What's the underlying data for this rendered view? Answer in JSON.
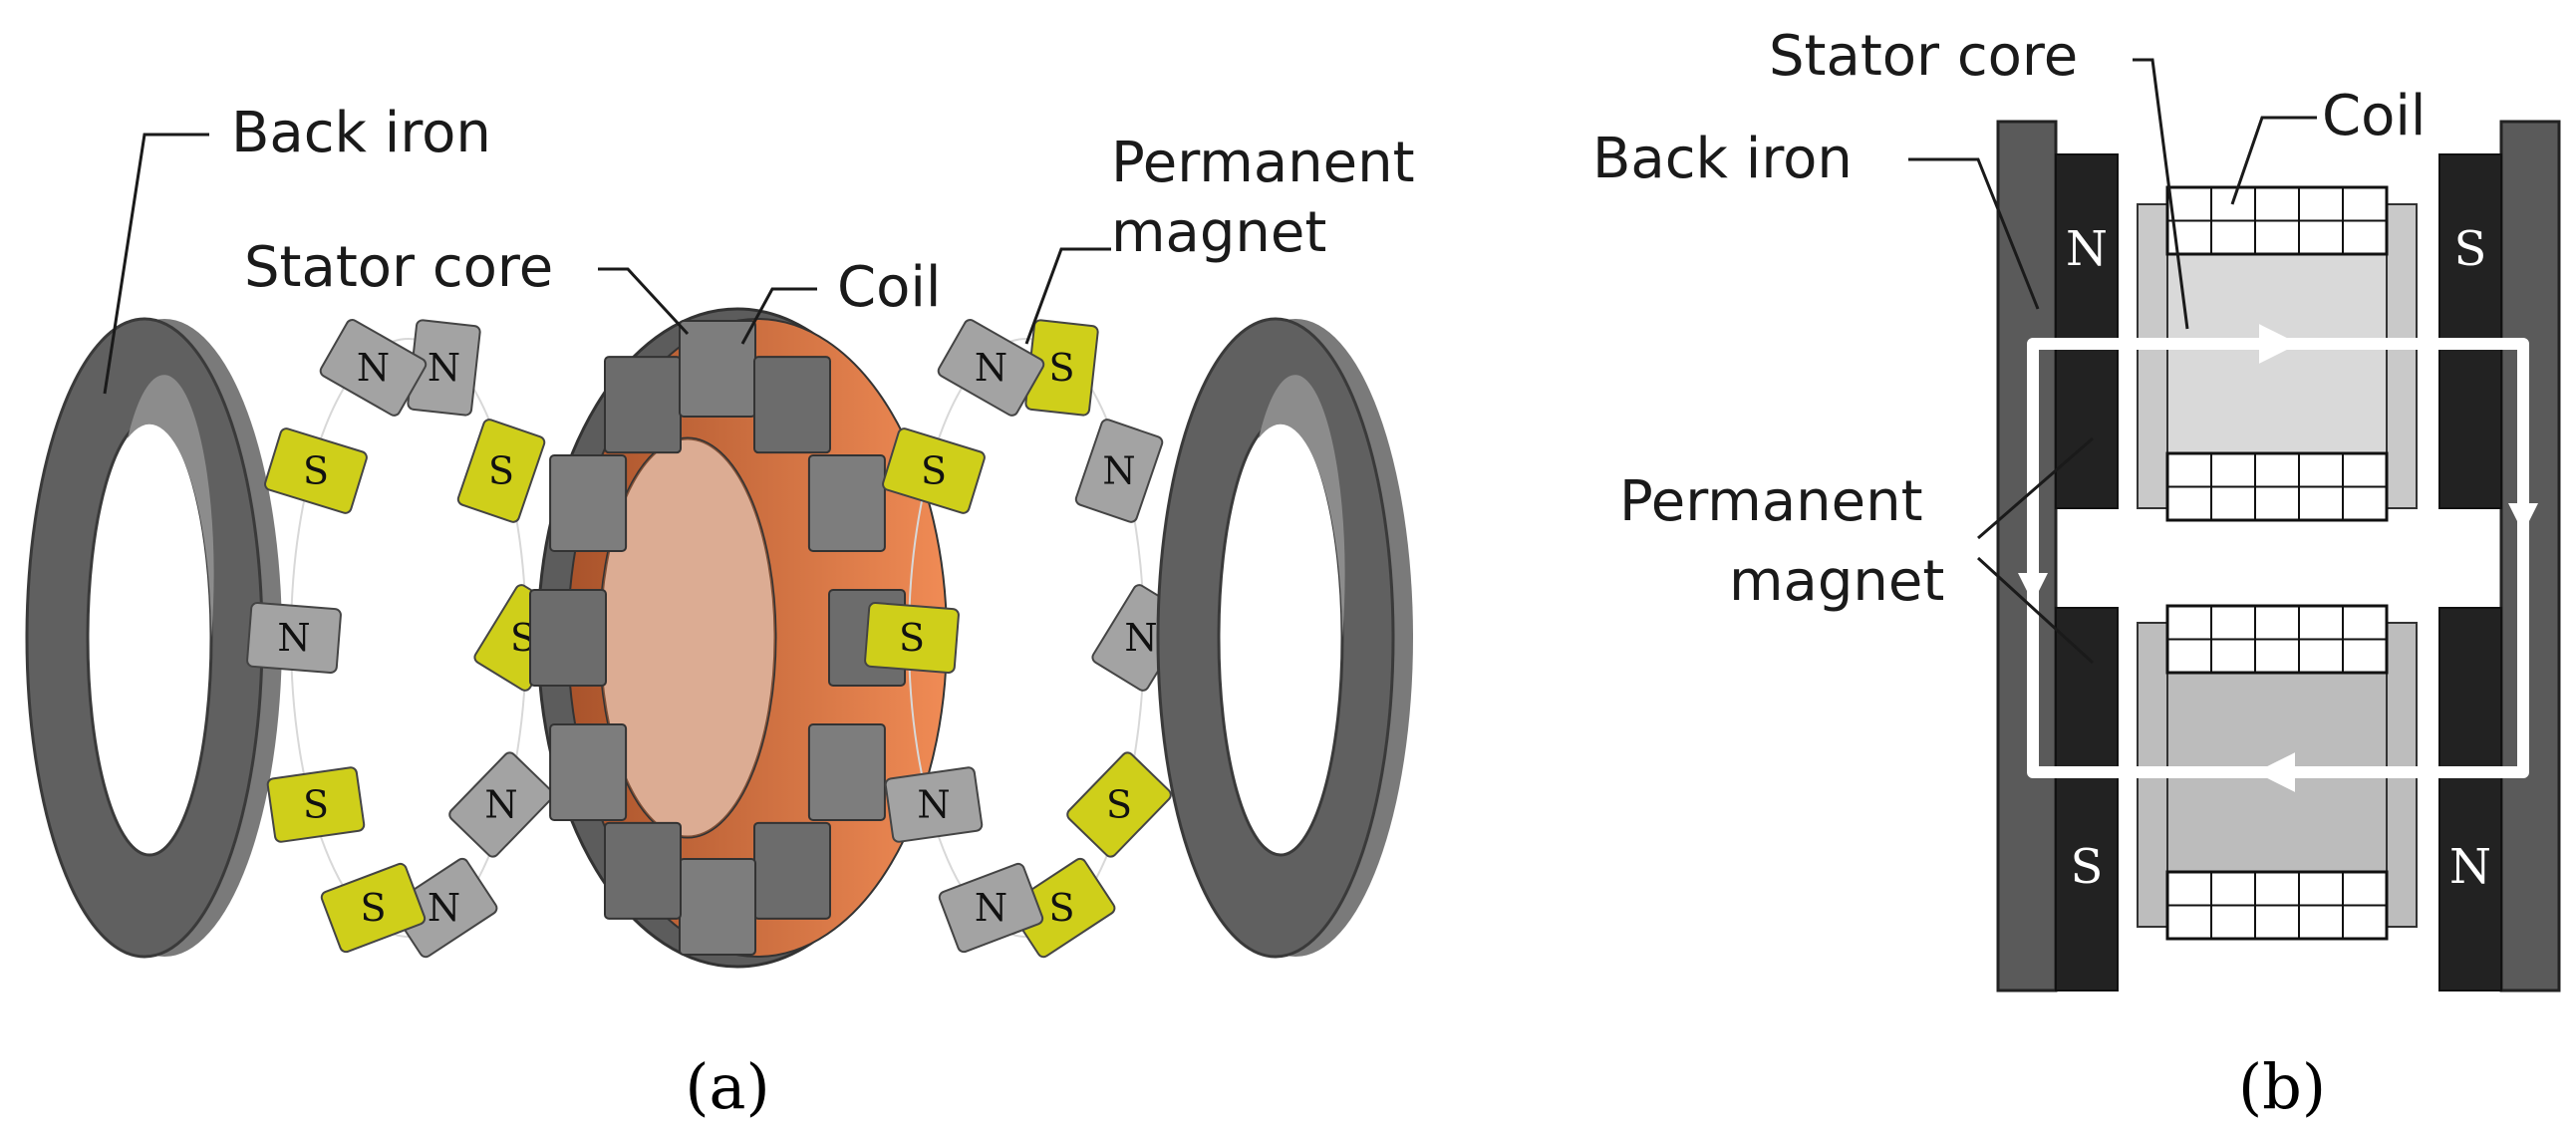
{
  "panel_a": {
    "caption": "(a)",
    "labels": {
      "back_iron": "Back iron",
      "stator_core": "Stator core",
      "coil": "Coil",
      "permanent_magnet_line1": "Permanent",
      "permanent_magnet_line2": "magnet"
    },
    "left_magnet_ring_poles": [
      "N",
      "S",
      "S",
      "N",
      "N",
      "S",
      "S",
      "N",
      "S",
      "N"
    ],
    "right_magnet_ring_poles": [
      "S",
      "N",
      "N",
      "S",
      "S",
      "N",
      "N",
      "S",
      "S",
      "N"
    ]
  },
  "panel_b": {
    "caption": "(b)",
    "labels": {
      "stator_core": "Stator core",
      "coil": "Coil",
      "back_iron": "Back iron",
      "permanent_magnet_line1": "Permanent",
      "permanent_magnet_line2": "magnet"
    },
    "poles": {
      "upper_left": "N",
      "upper_right": "S",
      "lower_left": "S",
      "lower_right": "N"
    }
  },
  "colors": {
    "back_iron": "#5f5f5f",
    "magnet_yellow": "#cfcf1a",
    "magnet_gray": "#a3a3a3",
    "coil_copper": "#e8834d",
    "stator_gray": "#6d6d6d",
    "magnet_black": "#222222",
    "flux_path": "#ffffff"
  }
}
